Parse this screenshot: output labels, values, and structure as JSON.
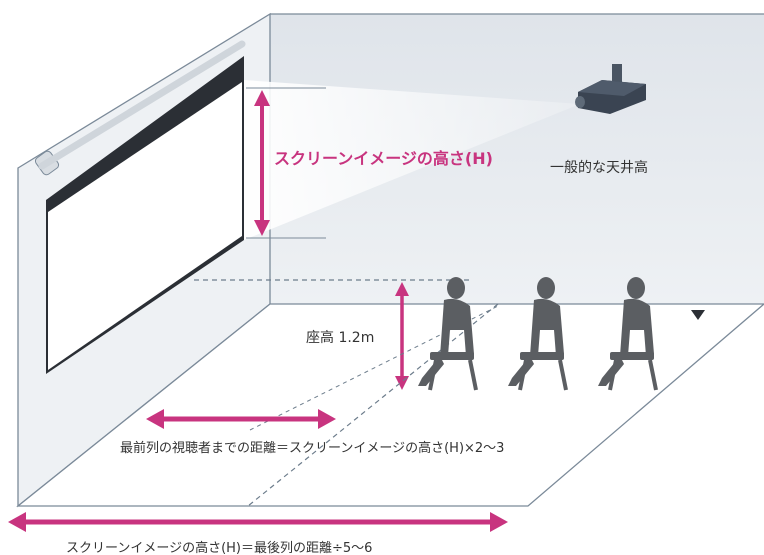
{
  "labels": {
    "screen_height": "スクリーンイメージの高さ(H)",
    "ceiling": "一般的な天井高",
    "seat_height": "座高 1.2m",
    "front_row": "最前列の視聴者までの距離＝スクリーンイメージの高さ(H)×2〜3",
    "back_row": "スクリーンイメージの高さ(H)＝最後列の距離÷5〜6"
  },
  "colors": {
    "accent": "#c8347f",
    "wall": "#ecf0f4",
    "outline": "#7b8a99",
    "silhouette": "#5b5e62",
    "projector": "#3a4452"
  }
}
